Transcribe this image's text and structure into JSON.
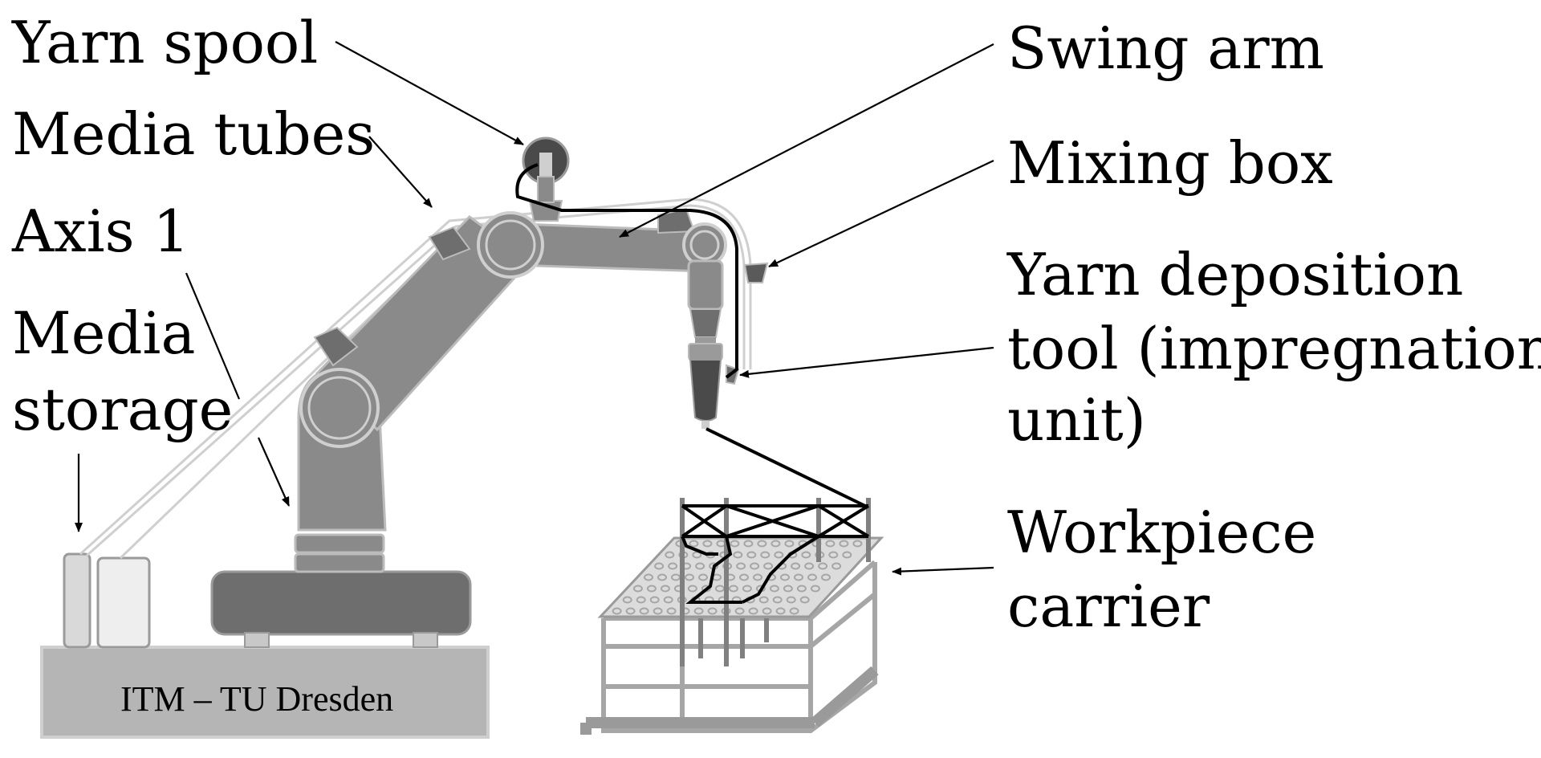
{
  "labels": {
    "yarn_spool": "Yarn spool",
    "media_tubes": "Media tubes",
    "axis_1": "Axis 1",
    "media_storage_1": "Media",
    "media_storage_2": "storage",
    "swing_arm": "Swing arm",
    "mixing_box": "Mixing box",
    "yarn_deposition_1": "Yarn deposition",
    "yarn_deposition_2": "tool (impregnation",
    "yarn_deposition_3": "unit)",
    "workpiece_carrier_1": "Workpiece",
    "workpiece_carrier_2": "carrier"
  },
  "base_text": "ITM – TU Dresden",
  "colors": {
    "robot_body": "#8a8a8a",
    "robot_light": "#b9b9b9",
    "robot_dark": "#5a5a5a",
    "base_block": "#b5b5b5",
    "carrier": "#a6a6a6",
    "yarn": "#000000"
  }
}
